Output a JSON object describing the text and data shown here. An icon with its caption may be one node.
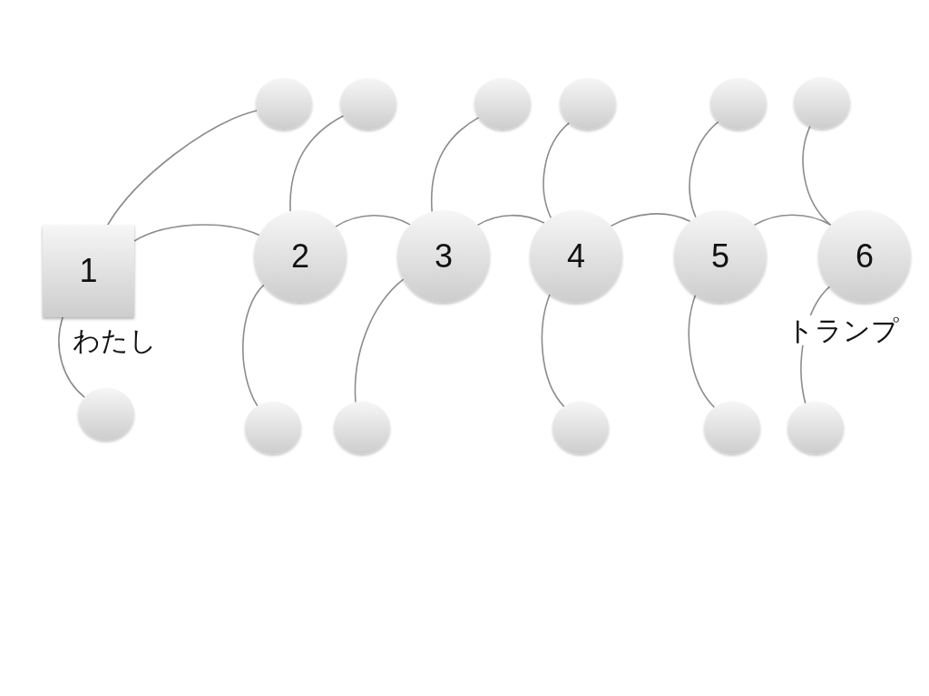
{
  "diagram": {
    "nodes": [
      {
        "text": [
          "1"
        ],
        "beside": [
          "わたし"
        ]
      },
      {
        "text": [
          "2"
        ]
      },
      {
        "text": [
          "3"
        ]
      },
      {
        "text": [
          "4"
        ]
      },
      {
        "text": [
          "5"
        ]
      },
      {
        "text": [
          "6"
        ],
        "beside": [
          "トランプ"
        ]
      },
      {
        "text": [],
        "shape": "circle"
      },
      {
        "text": [],
        "shape": "circle"
      },
      {
        "text": [],
        "shape": "circle"
      },
      {
        "text": [],
        "shape": "circle"
      },
      {
        "text": [],
        "shape": "circle"
      },
      {
        "text": [],
        "shape": "circle"
      },
      {
        "text": [],
        "shape": "circle"
      },
      {
        "text": [],
        "shape": "circle"
      },
      {
        "text": [],
        "shape": "circle"
      },
      {
        "text": [],
        "shape": "circle"
      },
      {
        "text": [],
        "shape": "circle"
      },
      {
        "text": [],
        "shape": "circle"
      }
    ],
    "edges": [
      {
        "from": 0,
        "to": 6,
        "arrow": "none"
      },
      {
        "from": 0,
        "to": 1,
        "arrow": "none"
      },
      {
        "from": 0,
        "to": 12,
        "arrow": "none"
      },
      {
        "from": 1,
        "to": 7,
        "arrow": "none"
      },
      {
        "from": 1,
        "to": 13,
        "arrow": "none"
      },
      {
        "from": 1,
        "to": 2,
        "arrow": "none"
      },
      {
        "from": 2,
        "to": 8,
        "arrow": "none"
      },
      {
        "from": 2,
        "to": 14,
        "arrow": "none"
      },
      {
        "from": 2,
        "to": 3,
        "arrow": "none"
      },
      {
        "from": 3,
        "to": 9,
        "arrow": "none"
      },
      {
        "from": 3,
        "to": 15,
        "arrow": "none"
      },
      {
        "from": 3,
        "to": 4,
        "arrow": "none"
      },
      {
        "from": 4,
        "to": 10,
        "arrow": "none"
      },
      {
        "from": 4,
        "to": 16,
        "arrow": "none"
      },
      {
        "from": 4,
        "to": 5,
        "arrow": "none"
      },
      {
        "from": 5,
        "to": 11,
        "arrow": "none"
      },
      {
        "from": 5,
        "to": 17,
        "arrow": "none"
      }
    ]
  }
}
